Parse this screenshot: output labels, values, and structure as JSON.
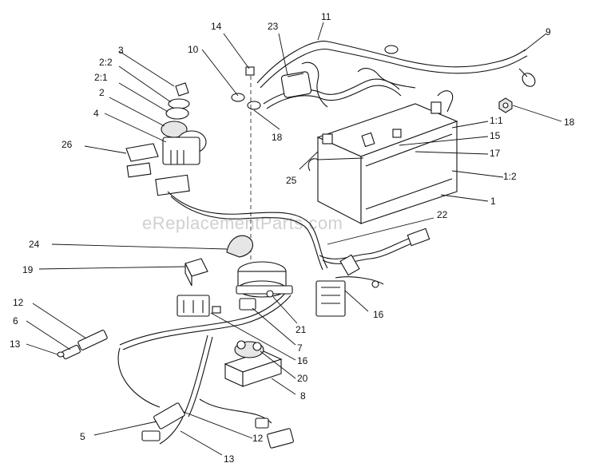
{
  "watermark": "eReplacementParts.com",
  "callouts": [
    {
      "id": "c-1",
      "text": "1"
    },
    {
      "id": "c-1-1",
      "text": "1:1"
    },
    {
      "id": "c-1-2",
      "text": "1:2"
    },
    {
      "id": "c-2",
      "text": "2"
    },
    {
      "id": "c-2-1",
      "text": "2:1"
    },
    {
      "id": "c-2-2",
      "text": "2:2"
    },
    {
      "id": "c-3",
      "text": "3"
    },
    {
      "id": "c-4",
      "text": "4"
    },
    {
      "id": "c-5",
      "text": "5"
    },
    {
      "id": "c-6",
      "text": "6"
    },
    {
      "id": "c-7",
      "text": "7"
    },
    {
      "id": "c-8",
      "text": "8"
    },
    {
      "id": "c-9",
      "text": "9"
    },
    {
      "id": "c-10",
      "text": "10"
    },
    {
      "id": "c-11",
      "text": "11"
    },
    {
      "id": "c-12a",
      "text": "12"
    },
    {
      "id": "c-12b",
      "text": "12"
    },
    {
      "id": "c-13a",
      "text": "13"
    },
    {
      "id": "c-13b",
      "text": "13"
    },
    {
      "id": "c-14",
      "text": "14"
    },
    {
      "id": "c-15",
      "text": "15"
    },
    {
      "id": "c-16a",
      "text": "16"
    },
    {
      "id": "c-16b",
      "text": "16"
    },
    {
      "id": "c-17",
      "text": "17"
    },
    {
      "id": "c-18a",
      "text": "18"
    },
    {
      "id": "c-18b",
      "text": "18"
    },
    {
      "id": "c-19",
      "text": "19"
    },
    {
      "id": "c-20",
      "text": "20"
    },
    {
      "id": "c-21",
      "text": "21"
    },
    {
      "id": "c-22",
      "text": "22"
    },
    {
      "id": "c-23",
      "text": "23"
    },
    {
      "id": "c-24",
      "text": "24"
    },
    {
      "id": "c-25",
      "text": "25"
    },
    {
      "id": "c-26",
      "text": "26"
    }
  ]
}
